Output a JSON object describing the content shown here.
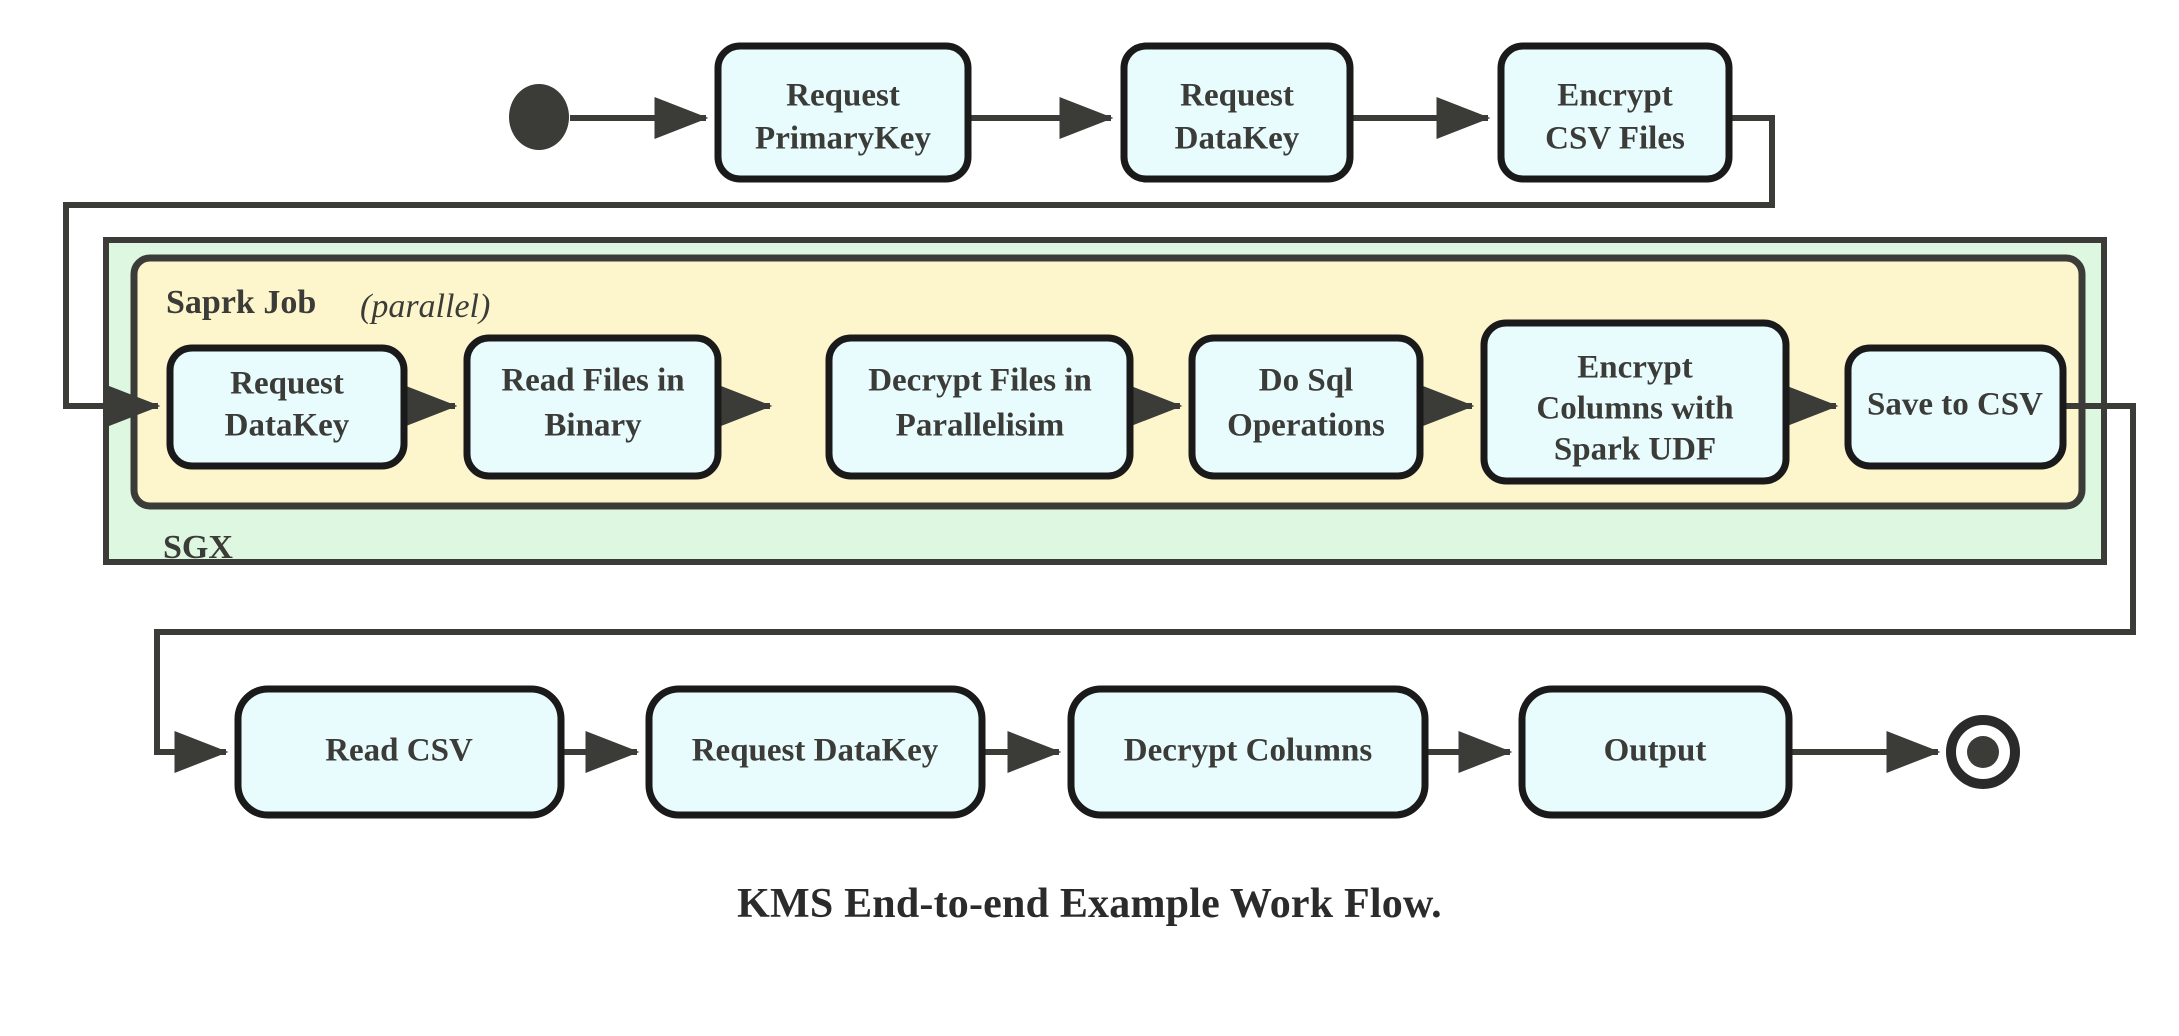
{
  "diagram": {
    "title": "KMS End-to-end Example Work Flow.",
    "colors": {
      "node_fill": "#e8fbfd",
      "node_stroke": "#1a1a1a",
      "sgx_fill": "#ddf7e0",
      "spark_fill": "#fdf6cc",
      "line": "#3b3b38",
      "text": "#3b3b38",
      "background": "#ffffff"
    },
    "start_node": {
      "name": "start",
      "shape": "filled-circle"
    },
    "end_node": {
      "name": "end",
      "shape": "ringed-filled-circle"
    },
    "groups": {
      "sgx": {
        "label": "SGX"
      },
      "spark": {
        "label": "Saprk Job",
        "qualifier": "(parallel)",
        "qualifier_open": "(",
        "qualifier_word": "parallel",
        "qualifier_close": ")"
      }
    },
    "rows": {
      "top": {
        "nodes": [
          {
            "id": "request-primarykey",
            "line1": "Request",
            "line2": "PrimaryKey"
          },
          {
            "id": "request-datakey-top",
            "line1": "Request",
            "line2": "DataKey"
          },
          {
            "id": "encrypt-csv-files",
            "line1": "Encrypt",
            "line2": "CSV Files"
          }
        ]
      },
      "middle": {
        "nodes": [
          {
            "id": "request-datakey-spark",
            "line1": "Request",
            "line2": "DataKey"
          },
          {
            "id": "read-files-in-binary",
            "line1": "Read Files in",
            "line2": "Binary"
          },
          {
            "id": "decrypt-files-in-parallelisim",
            "line1": "Decrypt Files in",
            "line2": "Parallelisim"
          },
          {
            "id": "do-sql-operations",
            "line1": "Do Sql",
            "line2": "Operations"
          },
          {
            "id": "encrypt-columns-with-spark-udf",
            "line1": "Encrypt",
            "line2": "Columns with",
            "line3": "Spark UDF"
          },
          {
            "id": "save-to-csv",
            "line1": "Save to CSV"
          }
        ]
      },
      "bottom": {
        "nodes": [
          {
            "id": "read-csv",
            "line1": "Read CSV"
          },
          {
            "id": "request-datakey-bottom",
            "line1": "Request DataKey"
          },
          {
            "id": "decrypt-columns",
            "line1": "Decrypt Columns"
          },
          {
            "id": "output",
            "line1": "Output"
          }
        ]
      }
    }
  }
}
